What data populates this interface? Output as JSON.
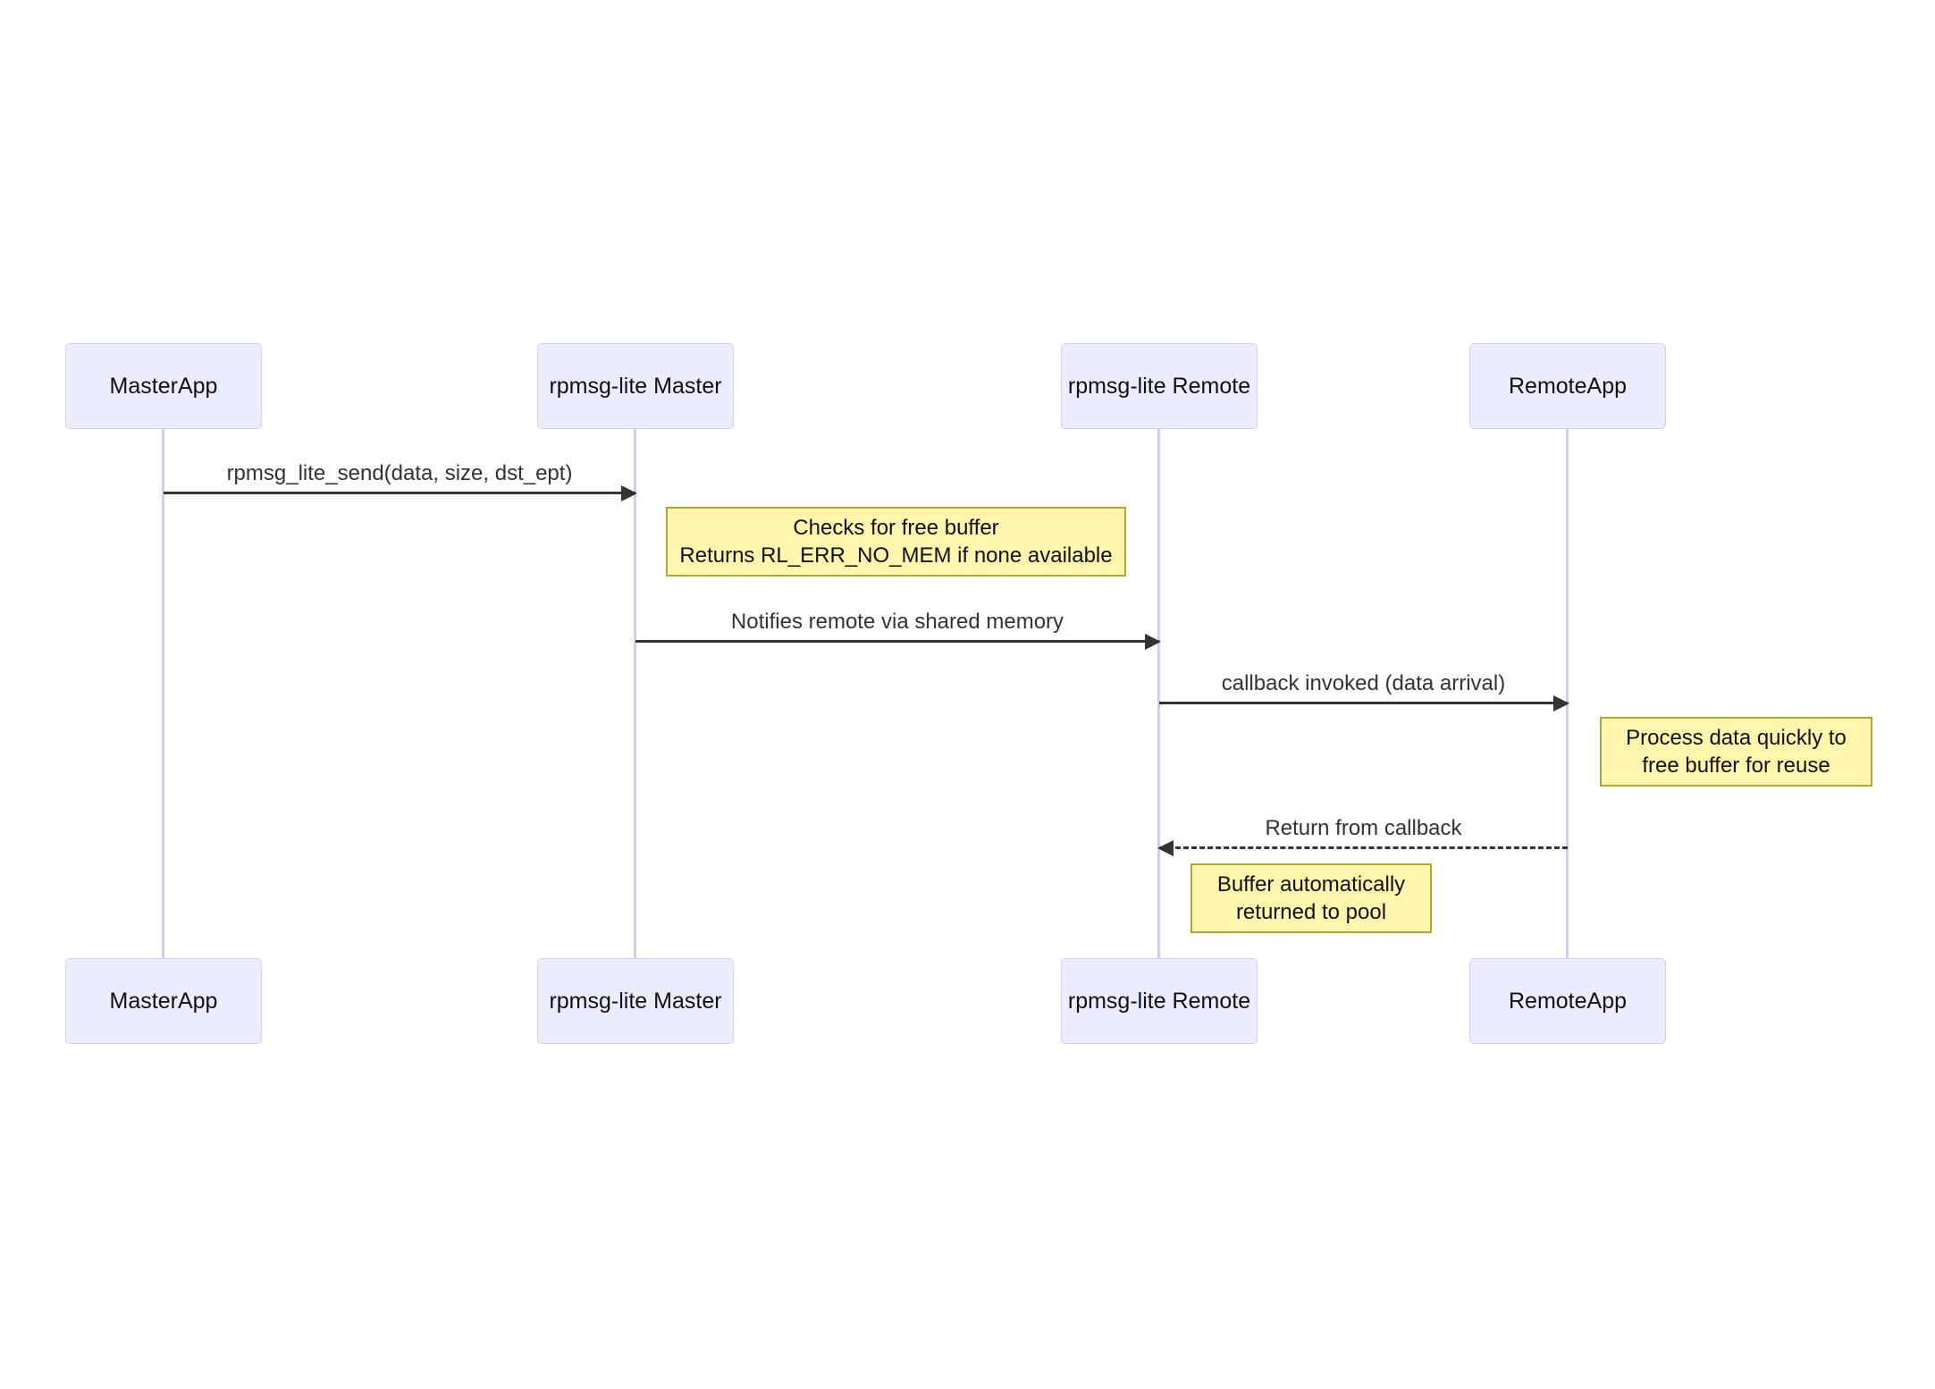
{
  "diagram": {
    "type": "sequence",
    "participants": [
      {
        "id": "masterapp",
        "label": "MasterApp"
      },
      {
        "id": "rpmsg-lite-master",
        "label": "rpmsg-lite Master"
      },
      {
        "id": "rpmsg-lite-remote",
        "label": "rpmsg-lite Remote"
      },
      {
        "id": "remoteapp",
        "label": "RemoteApp"
      }
    ],
    "messages": [
      {
        "from": "MasterApp",
        "to": "rpmsg-lite Master",
        "label": "rpmsg_lite_send(data, size, dst_ept)",
        "style": "solid",
        "direction": "right"
      },
      {
        "from": "rpmsg-lite Master",
        "to": "rpmsg-lite Remote",
        "label": "Notifies remote via shared memory",
        "style": "solid",
        "direction": "right"
      },
      {
        "from": "rpmsg-lite Remote",
        "to": "RemoteApp",
        "label": "callback invoked (data arrival)",
        "style": "solid",
        "direction": "right"
      },
      {
        "from": "RemoteApp",
        "to": "rpmsg-lite Remote",
        "label": "Return from callback",
        "style": "dashed",
        "direction": "left"
      }
    ],
    "notes": [
      {
        "position": "right of rpmsg-lite Master",
        "lines": [
          "Checks for free buffer",
          "Returns RL_ERR_NO_MEM if none available"
        ]
      },
      {
        "position": "right of RemoteApp",
        "lines": [
          "Process data quickly to",
          "free buffer for reuse"
        ]
      },
      {
        "position": "right of rpmsg-lite Remote",
        "lines": [
          "Buffer automatically",
          "returned to pool"
        ]
      }
    ],
    "colors": {
      "background": "#FFFFFF",
      "actor_fill": "#ECECFF",
      "actor_border": "#D8CCF2",
      "lifeline": "#D5CCEE",
      "note_fill": "#FFF5AD",
      "note_border": "#AAAA33",
      "message_line": "#333333",
      "text": "#333333"
    }
  }
}
